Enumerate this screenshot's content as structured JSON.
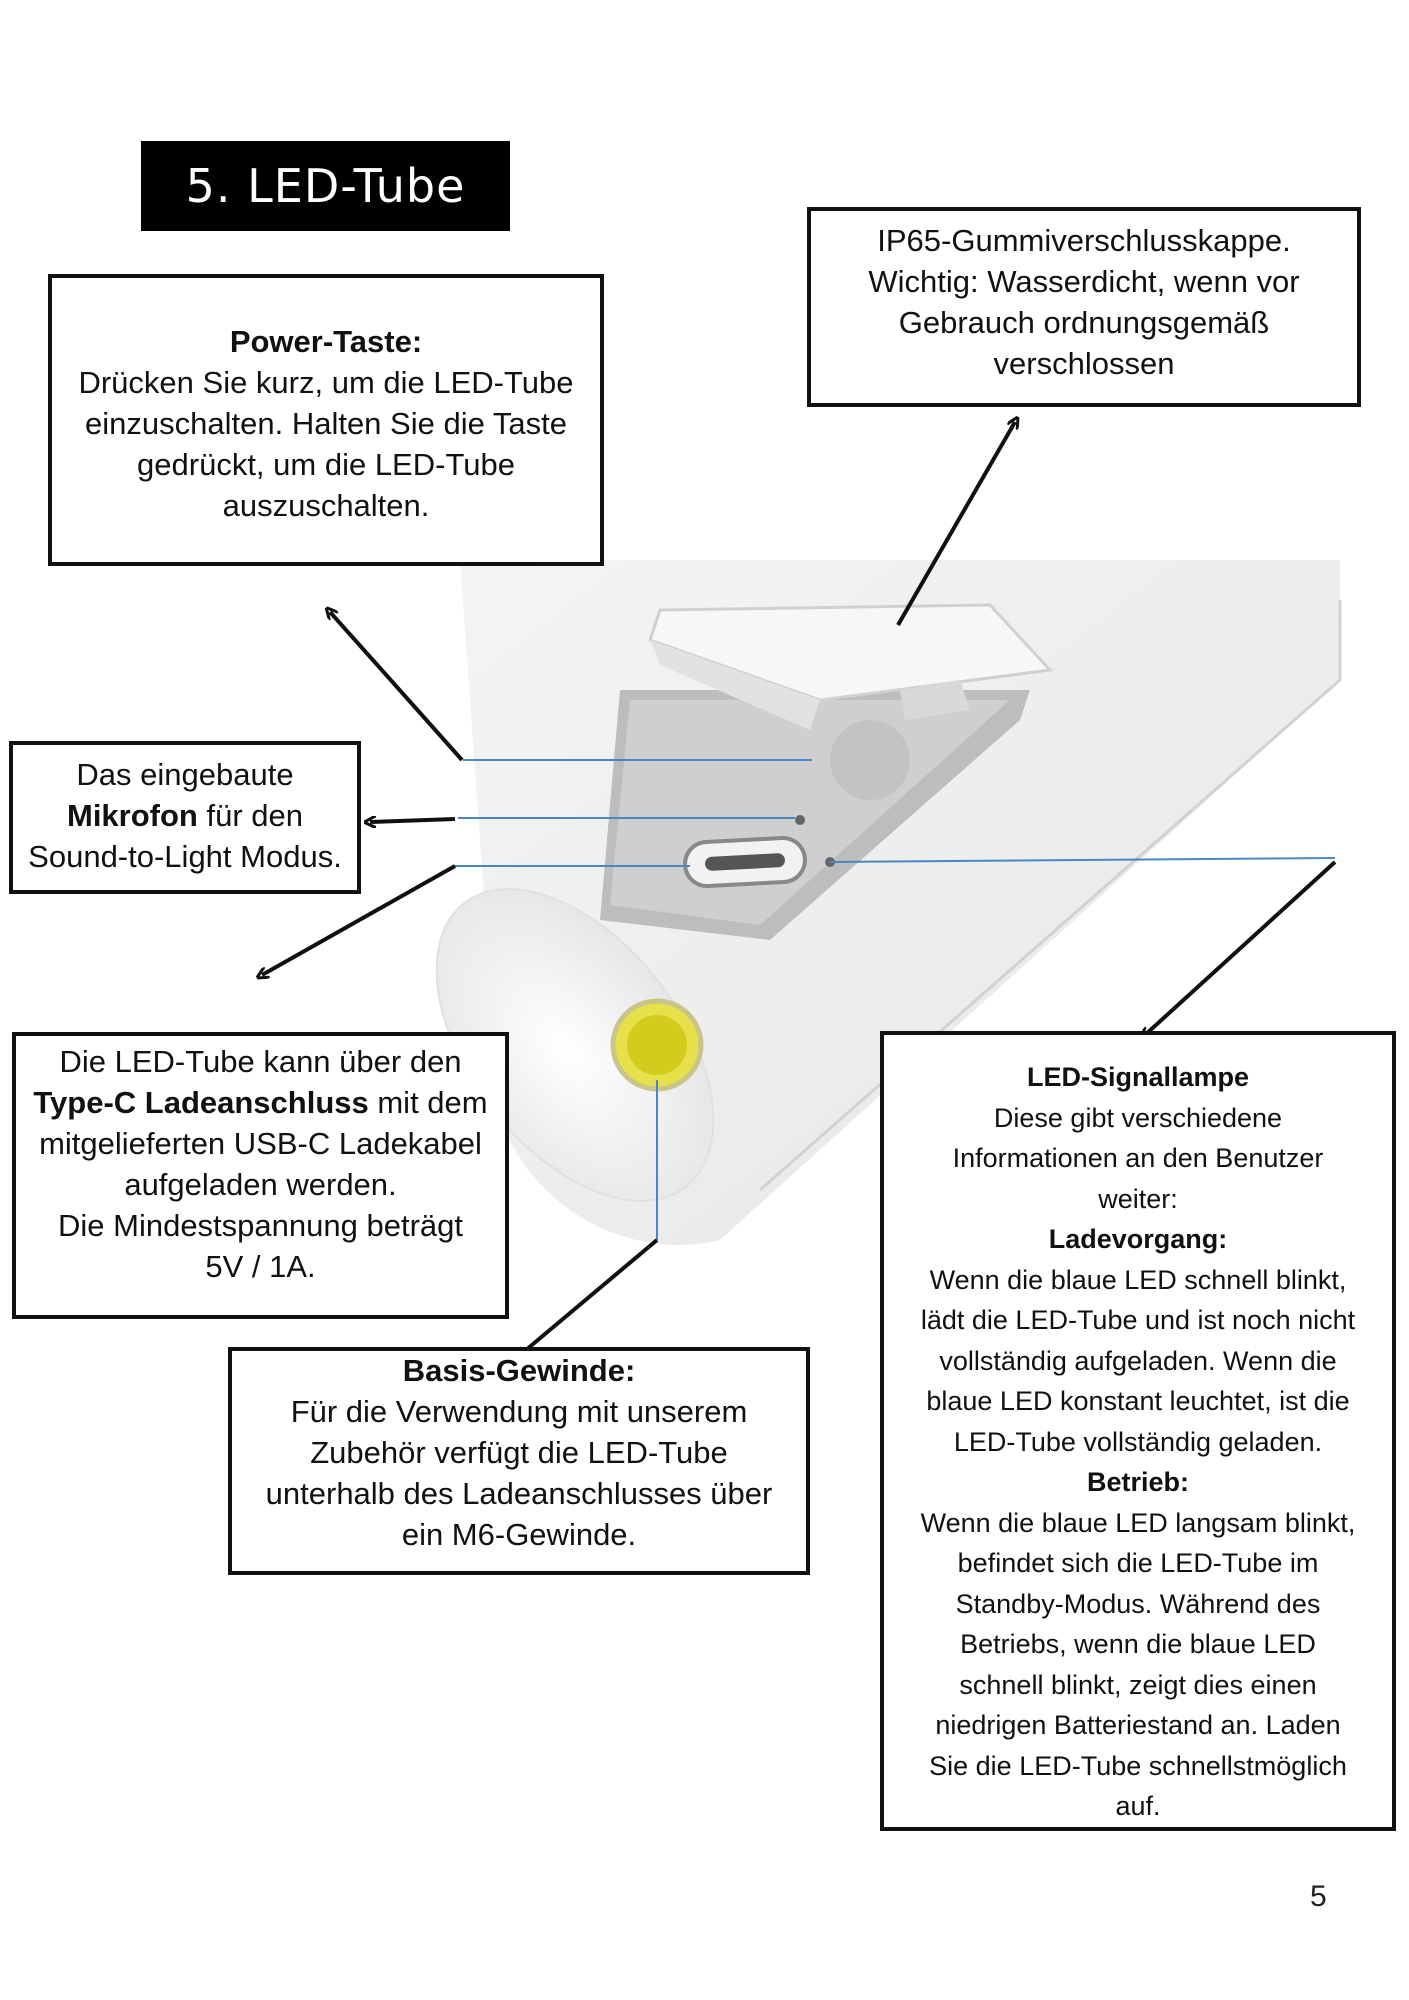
{
  "section_title": "5. LED-Tube",
  "callouts": {
    "power": {
      "heading": "Power-Taste:",
      "lines": [
        "Drücken Sie kurz, um die LED-Tube",
        "einzuschalten. Halten Sie die Taste",
        "gedrückt, um die LED-Tube",
        "auszuschalten."
      ]
    },
    "cap": {
      "lines": [
        "IP65-Gummiverschlusskappe.",
        "Wichtig: Wasserdicht, wenn vor",
        "Gebrauch ordnungsgemäß",
        "verschlossen"
      ]
    },
    "mic": {
      "line1": "Das eingebaute",
      "bold": "Mikrofon",
      "line2_rest": " für den",
      "line3": "Sound-to-Light Modus."
    },
    "charge": {
      "line1": "Die LED-Tube kann über den",
      "bold": "Type-C Ladeanschluss",
      "line2_rest": " mit dem",
      "line3": "mitgelieferten USB-C Ladekabel",
      "line4": "aufgeladen werden.",
      "line5": "Die Mindestspannung beträgt",
      "line6": "5V / 1A."
    },
    "thread": {
      "heading": "Basis-Gewinde:",
      "lines": [
        "Für die Verwendung mit unserem",
        "Zubehör verfügt die LED-Tube",
        "unterhalb des Ladeanschlusses über",
        "ein M6-Gewinde."
      ]
    },
    "signal": {
      "heading": "LED-Signallampe",
      "intro": [
        "Diese gibt verschiedene",
        "Informationen an den Benutzer",
        "weiter:"
      ],
      "charging_heading": "Ladevorgang:",
      "charging": [
        "Wenn die blaue LED schnell blinkt,",
        "lädt die LED-Tube und ist noch nicht",
        "vollständig aufgeladen. Wenn die",
        "blaue LED konstant leuchtet, ist die",
        "LED-Tube vollständig geladen."
      ],
      "operation_heading": "Betrieb:",
      "operation": [
        "Wenn die blaue LED langsam blinkt,",
        "befindet sich die LED-Tube im",
        "Standby-Modus. Während des",
        "Betriebs, wenn die blaue LED",
        "schnell blinkt, zeigt dies einen",
        "niedrigen Batteriestand an. Laden",
        "Sie die LED-Tube schnellstmöglich",
        "auf."
      ]
    }
  },
  "page_number": "5",
  "colors": {
    "leader_blue": "#4a86c5",
    "lens_yellow": "#e6e04a"
  }
}
